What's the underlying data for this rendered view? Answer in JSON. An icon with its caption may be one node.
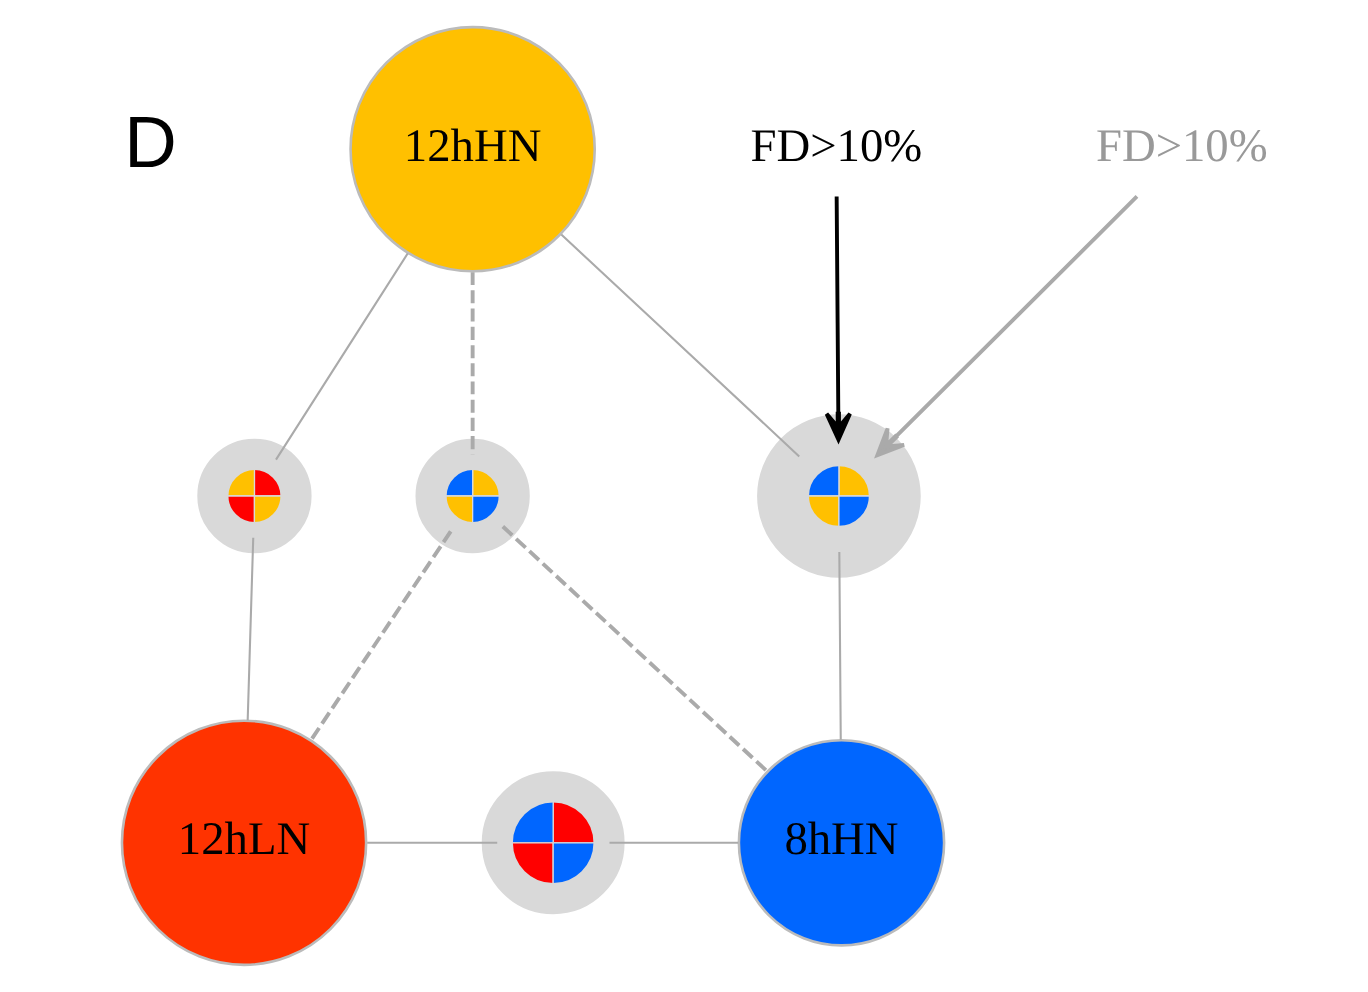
{
  "diagram": {
    "nodes": [
      {
        "text": [
          "12hHN"
        ]
      },
      {
        "text": [
          "12hLN"
        ]
      },
      {
        "text": [
          "8hHN"
        ]
      },
      {
        "text": [],
        "shape": "circle"
      },
      {
        "text": [],
        "shape": "circle"
      },
      {
        "text": [],
        "shape": "circle"
      },
      {
        "text": [],
        "shape": "circle"
      },
      {
        "text": [
          "FD>10%"
        ]
      },
      {
        "text": [
          "FD>10%"
        ]
      }
    ],
    "edges": [
      {
        "from": 0,
        "to": 3,
        "arrow": "none"
      },
      {
        "from": 3,
        "to": 1,
        "arrow": "none"
      },
      {
        "from": 0,
        "to": 4,
        "arrow": "none",
        "style": "dashed"
      },
      {
        "from": 0,
        "to": 5,
        "arrow": "none"
      },
      {
        "from": 4,
        "to": 1,
        "arrow": "none",
        "style": "dashed"
      },
      {
        "from": 4,
        "to": 2,
        "arrow": "none",
        "style": "dashed"
      },
      {
        "from": 5,
        "to": 2,
        "arrow": "none"
      },
      {
        "from": 1,
        "to": 6,
        "arrow": "none"
      },
      {
        "from": 6,
        "to": 2,
        "arrow": "none"
      },
      {
        "from": 7,
        "to": 5,
        "arrow": "to",
        "color": "#000000"
      },
      {
        "from": 8,
        "to": 5,
        "arrow": "to",
        "color": "#aaaaaa"
      }
    ],
    "labels": [
      "D"
    ]
  }
}
